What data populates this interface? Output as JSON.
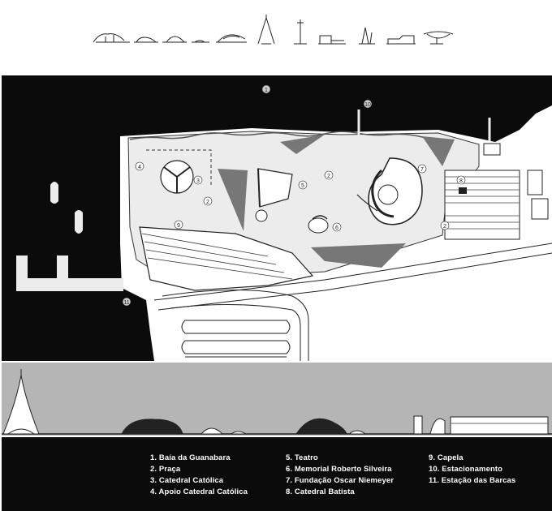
{
  "legend": {
    "items": [
      {
        "num": "1",
        "label": "1. Baía da Guanabara"
      },
      {
        "num": "2",
        "label": "2. Praça"
      },
      {
        "num": "3",
        "label": "3. Catedral Católica"
      },
      {
        "num": "4",
        "label": "4. Apoio Catedral Católica"
      },
      {
        "num": "5",
        "label": "5. Teatro"
      },
      {
        "num": "6",
        "label": "6. Memorial Roberto Silveira"
      },
      {
        "num": "7",
        "label": "7. Fundação Oscar Niemeyer"
      },
      {
        "num": "8",
        "label": "8. Catedral Batista"
      },
      {
        "num": "9",
        "label": "9. Capela"
      },
      {
        "num": "10",
        "label": "10. Estacionamento"
      },
      {
        "num": "11",
        "label": "11. Estação das Barcas"
      }
    ]
  },
  "markers": [
    "1",
    "2",
    "2",
    "2",
    "3",
    "4",
    "5",
    "6",
    "7",
    "8",
    "9",
    "10",
    "11"
  ],
  "colors": {
    "water": "#0b0b0b",
    "plaza": "#ececec",
    "land": "#ffffff",
    "section_band": "#b5b5b5",
    "legend_bg": "#0b0b0b"
  }
}
